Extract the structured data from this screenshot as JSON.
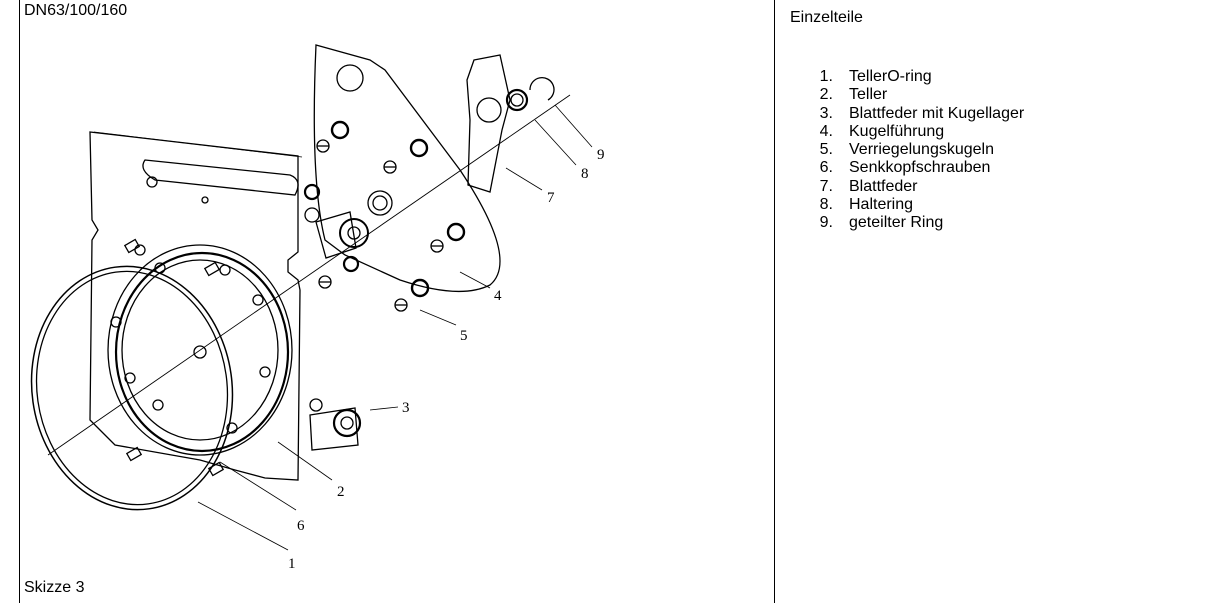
{
  "left": {
    "title": "DN63/100/160",
    "caption": "Skizze 3",
    "callouts": [
      "1",
      "2",
      "3",
      "4",
      "5",
      "6",
      "7",
      "8",
      "9"
    ]
  },
  "right": {
    "title": "Einzelteile",
    "parts": [
      {
        "num": "1.",
        "name": "TellerO-ring"
      },
      {
        "num": "2.",
        "name": "Teller"
      },
      {
        "num": "3.",
        "name": "Blattfeder mit Kugellager"
      },
      {
        "num": "4.",
        "name": "Kugelführung"
      },
      {
        "num": "5.",
        "name": "Verriegelungskugeln"
      },
      {
        "num": "6.",
        "name": "Senkkopfschrauben"
      },
      {
        "num": "7.",
        "name": "Blattfeder"
      },
      {
        "num": "8.",
        "name": "Haltering"
      },
      {
        "num": "9.",
        "name": "geteilter Ring"
      }
    ]
  }
}
